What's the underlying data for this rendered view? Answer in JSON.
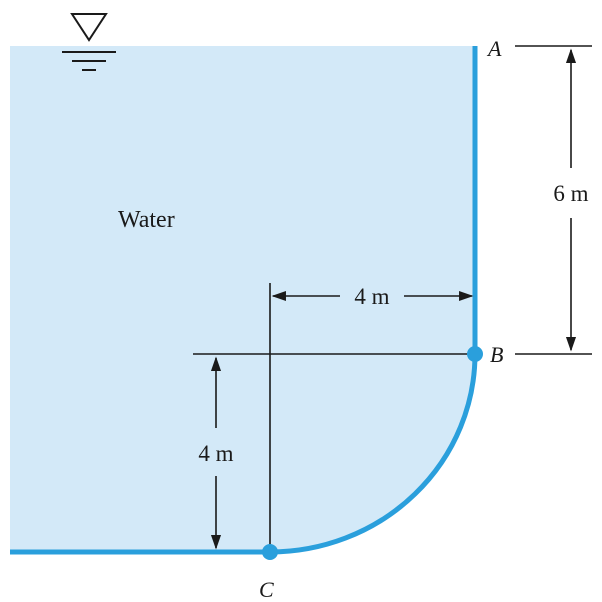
{
  "colors": {
    "water": "#d3e9f8",
    "wall": "#2a9fdc",
    "ink": "#1a1a1a",
    "background": "#ffffff"
  },
  "icons": {
    "free_surface": "free-surface-triangle-icon"
  },
  "labels": {
    "fluid": "Water",
    "point_a": "A",
    "point_b": "B",
    "point_c": "C",
    "dim_height_ab": "6 m",
    "dim_radius_horizontal": "4 m",
    "dim_radius_vertical": "4 m"
  }
}
